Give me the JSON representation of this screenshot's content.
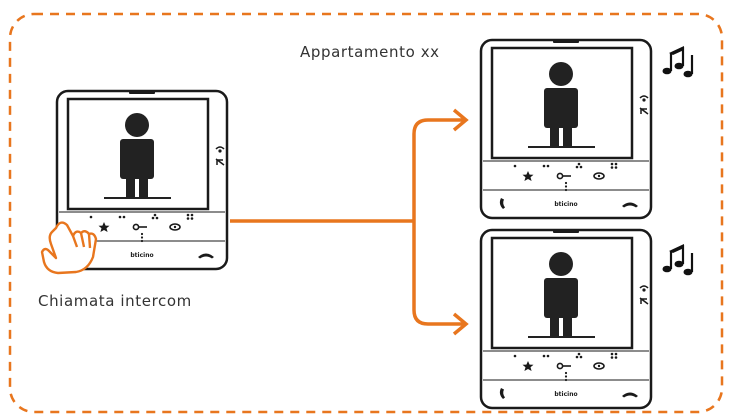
{
  "labels": {
    "apartment": "Appartamento   xx",
    "intercom_call": "Chiamata intercom"
  },
  "device_brand": "bticino",
  "icons": [
    "hand-pointer-icon",
    "music-note-icon",
    "phone-icon",
    "hangup-icon",
    "star-icon",
    "key-icon",
    "eye-icon",
    "wifi-icon",
    "bell-off-icon",
    "person-icon"
  ],
  "colors": {
    "accent": "#E8761E",
    "frame": "#1a1a1a",
    "text": "#333333"
  }
}
